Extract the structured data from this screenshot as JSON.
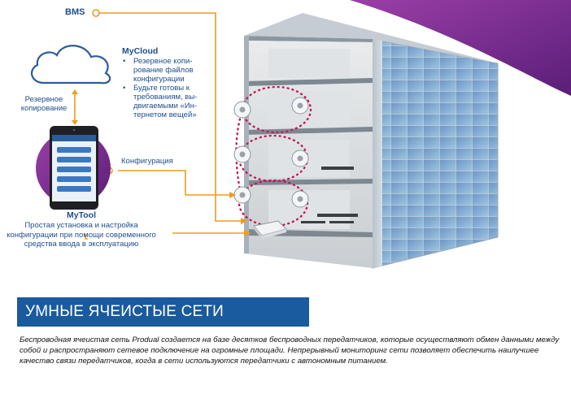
{
  "labels": {
    "bms": "BMS",
    "mycloud_title": "MyCloud",
    "mycloud_items": [
      "Резервное копи-рование файлов конфигурации",
      "Будьте готовы к требованиям, вы-двигаемыми «Ин-тернетом вещей»"
    ],
    "backup": "Резервное копирование",
    "configuration": "Конфигурация",
    "mytool_title": "MyTool",
    "mytool_desc": "Простая установка и настройка конфигурации при помощи современного средства ввода в эксплуатацию"
  },
  "banner": {
    "title": "УМНЫЕ ЯЧЕИСТЫЕ СЕТИ"
  },
  "body": {
    "text": "Беспроводная ячеистая сеть Produal создается на базе десятков беспроводных передатчиков, которые осуществляют обмен данными между собой и распространяют сетевое подключение на огромные площади. Непрерывный мониторинг сети позволяет обеспечить наилучшее качество связи передатчиков, когда в сети используются передатчики с автономным питанием."
  },
  "colors": {
    "connector": "#f29a1d",
    "text_blue": "#1f4e8c",
    "banner": "#1a5a9e",
    "purple_corner": "#7a2a8c",
    "mesh_dots": "#c2185b",
    "glass": "#7fb3d9"
  },
  "icons": [
    "cloud-icon",
    "smartphone-icon",
    "sensor-icon",
    "gateway-icon"
  ]
}
